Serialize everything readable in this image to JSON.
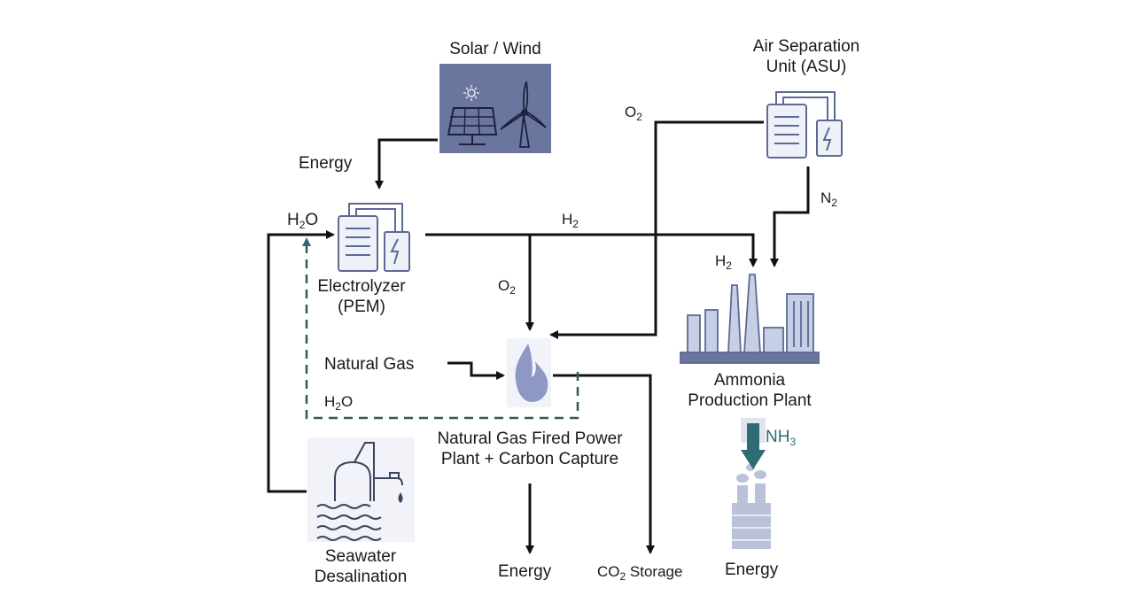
{
  "labels": {
    "solar_wind": "Solar / Wind",
    "asu_line1": "Air Separation",
    "asu_line2": "Unit (ASU)",
    "energy_in": "Energy",
    "o2_top": {
      "base": "O",
      "sub": "2"
    },
    "n2": {
      "base": "N",
      "sub": "2"
    },
    "h2o_left": {
      "base": "H",
      "sub": "2",
      "rest": "O"
    },
    "h2_line": {
      "base": "H",
      "sub": "2"
    },
    "h2_plant": {
      "base": "H",
      "sub": "2"
    },
    "o2_mid": {
      "base": "O",
      "sub": "2"
    },
    "electrolyzer_line1": "Electrolyzer",
    "electrolyzer_line2": "(PEM)",
    "natural_gas": "Natural Gas",
    "h2o_loop": {
      "base": "H",
      "sub": "2",
      "rest": "O"
    },
    "power_plant_line1": "Natural Gas Fired Power",
    "power_plant_line2": "Plant  + Carbon Capture",
    "ammonia_line1": "Ammonia",
    "ammonia_line2": "Production Plant",
    "nh3": {
      "base": "NH",
      "sub": "3"
    },
    "seawater_line1": "Seawater",
    "seawater_line2": "Desalination",
    "energy_power": "Energy",
    "co2_storage": {
      "base": "CO",
      "sub": "2",
      "rest": " Storage"
    },
    "energy_nh3": "Energy"
  },
  "colors": {
    "arrow": "#111111",
    "icon_stroke": "#5d6a95",
    "icon_fill": "#c9d2e6",
    "renewables_box": "#6b769f",
    "teal": "#2f6b73"
  },
  "icons": {
    "renewables": "solar-panel-wind-turbine-icon",
    "electrolyzer": "electrolyzer-icon",
    "asu": "air-separation-unit-icon",
    "flame": "flame-icon",
    "ammonia_plant": "factory-icon",
    "desalination": "desalination-plant-icon",
    "nh3_energy": "smokestack-energy-icon"
  }
}
